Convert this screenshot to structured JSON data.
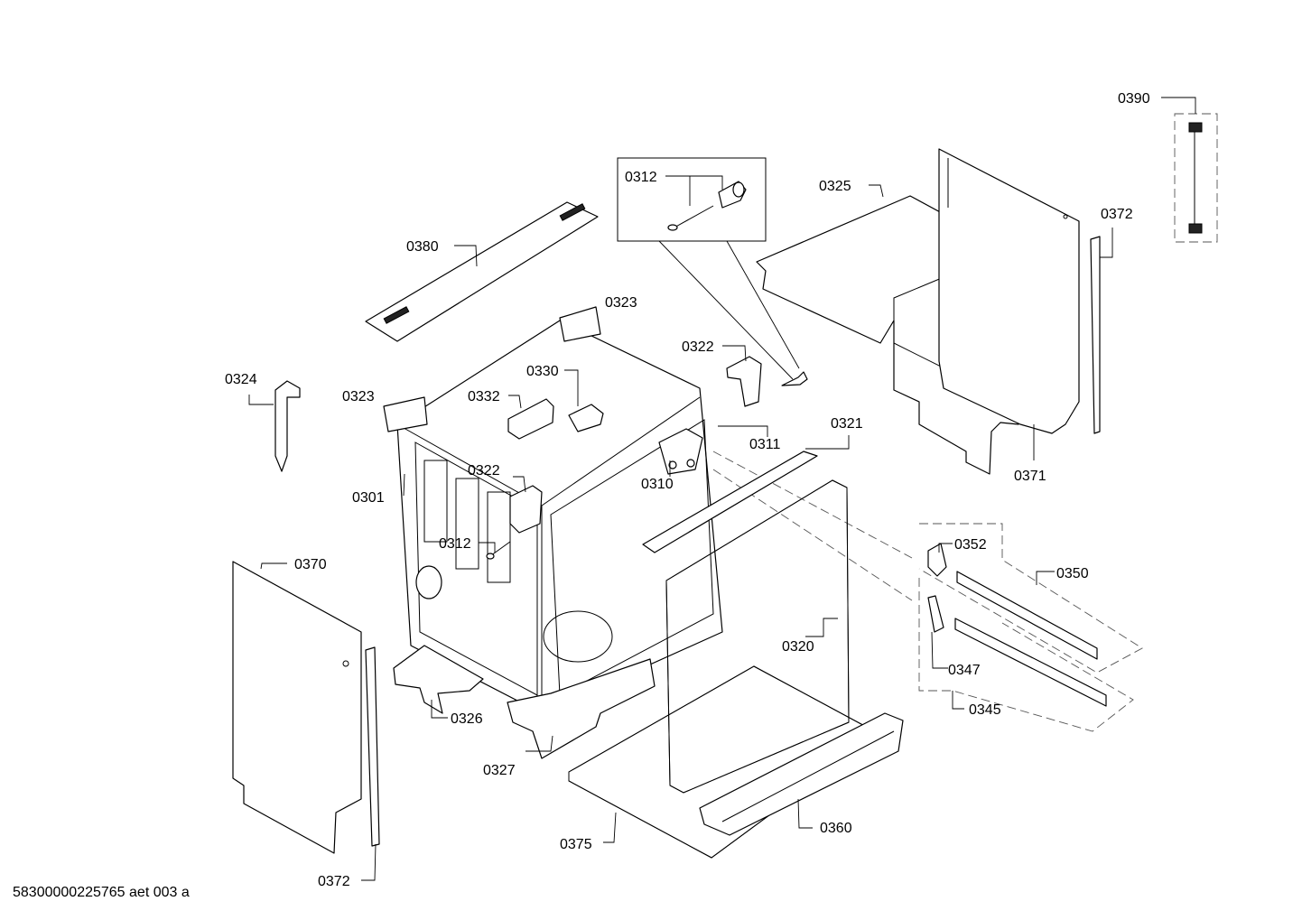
{
  "footer_code": "58300000225765 aet 003 a",
  "labels": {
    "p0390": "0390",
    "p0312_detail": "0312",
    "p0325": "0325",
    "p0372_top": "0372",
    "p0380": "0380",
    "p0323_top": "0323",
    "p0322_top": "0322",
    "p0324": "0324",
    "p0330": "0330",
    "p0323_left": "0323",
    "p0332": "0332",
    "p0321": "0321",
    "p0311": "0311",
    "p0371": "0371",
    "p0322_mid": "0322",
    "p0301": "0301",
    "p0310": "0310",
    "p0312_mid": "0312",
    "p0352": "0352",
    "p0370": "0370",
    "p0350": "0350",
    "p0320": "0320",
    "p0347": "0347",
    "p0345": "0345",
    "p0326": "0326",
    "p0327": "0327",
    "p0360": "0360",
    "p0375": "0375",
    "p0372_bottom": "0372"
  }
}
